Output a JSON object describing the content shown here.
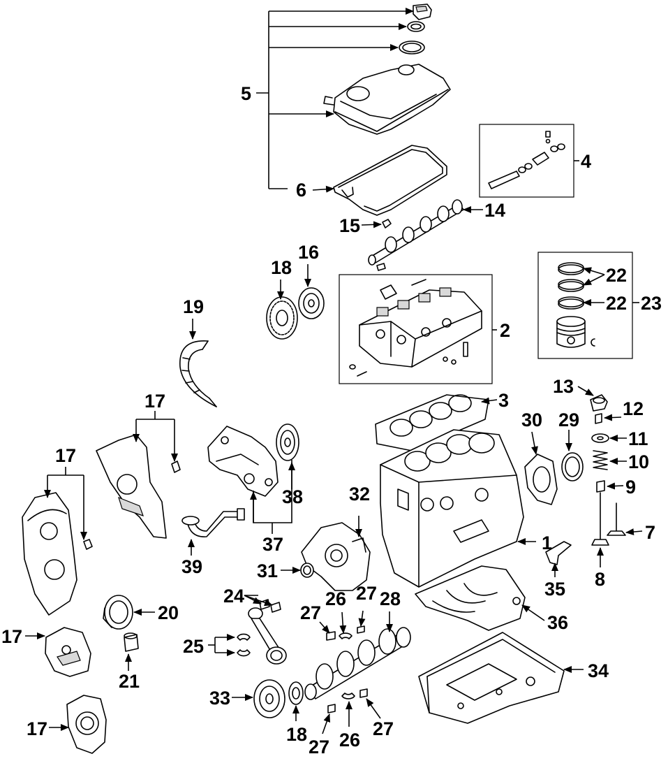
{
  "labels": {
    "l1": "1",
    "l2": "2",
    "l3": "3",
    "l4": "4",
    "l5": "5",
    "l6": "6",
    "l7": "7",
    "l8": "8",
    "l9": "9",
    "l10": "10",
    "l11": "11",
    "l12": "12",
    "l13": "13",
    "l14": "14",
    "l15": "15",
    "l16": "16",
    "l17a": "17",
    "l17b": "17",
    "l17c": "17",
    "l17d": "17",
    "l18a": "18",
    "l18b": "18",
    "l19": "19",
    "l20": "20",
    "l21": "21",
    "l22a": "22",
    "l22b": "22",
    "l23": "23",
    "l24": "24",
    "l25": "25",
    "l26a": "26",
    "l26b": "26",
    "l27a": "27",
    "l27b": "27",
    "l27c": "27",
    "l27d": "27",
    "l28": "28",
    "l29": "29",
    "l30": "30",
    "l31": "31",
    "l32": "32",
    "l33": "33",
    "l34": "34",
    "l35": "35",
    "l36": "36",
    "l37": "37",
    "l38": "38",
    "l39": "39"
  }
}
